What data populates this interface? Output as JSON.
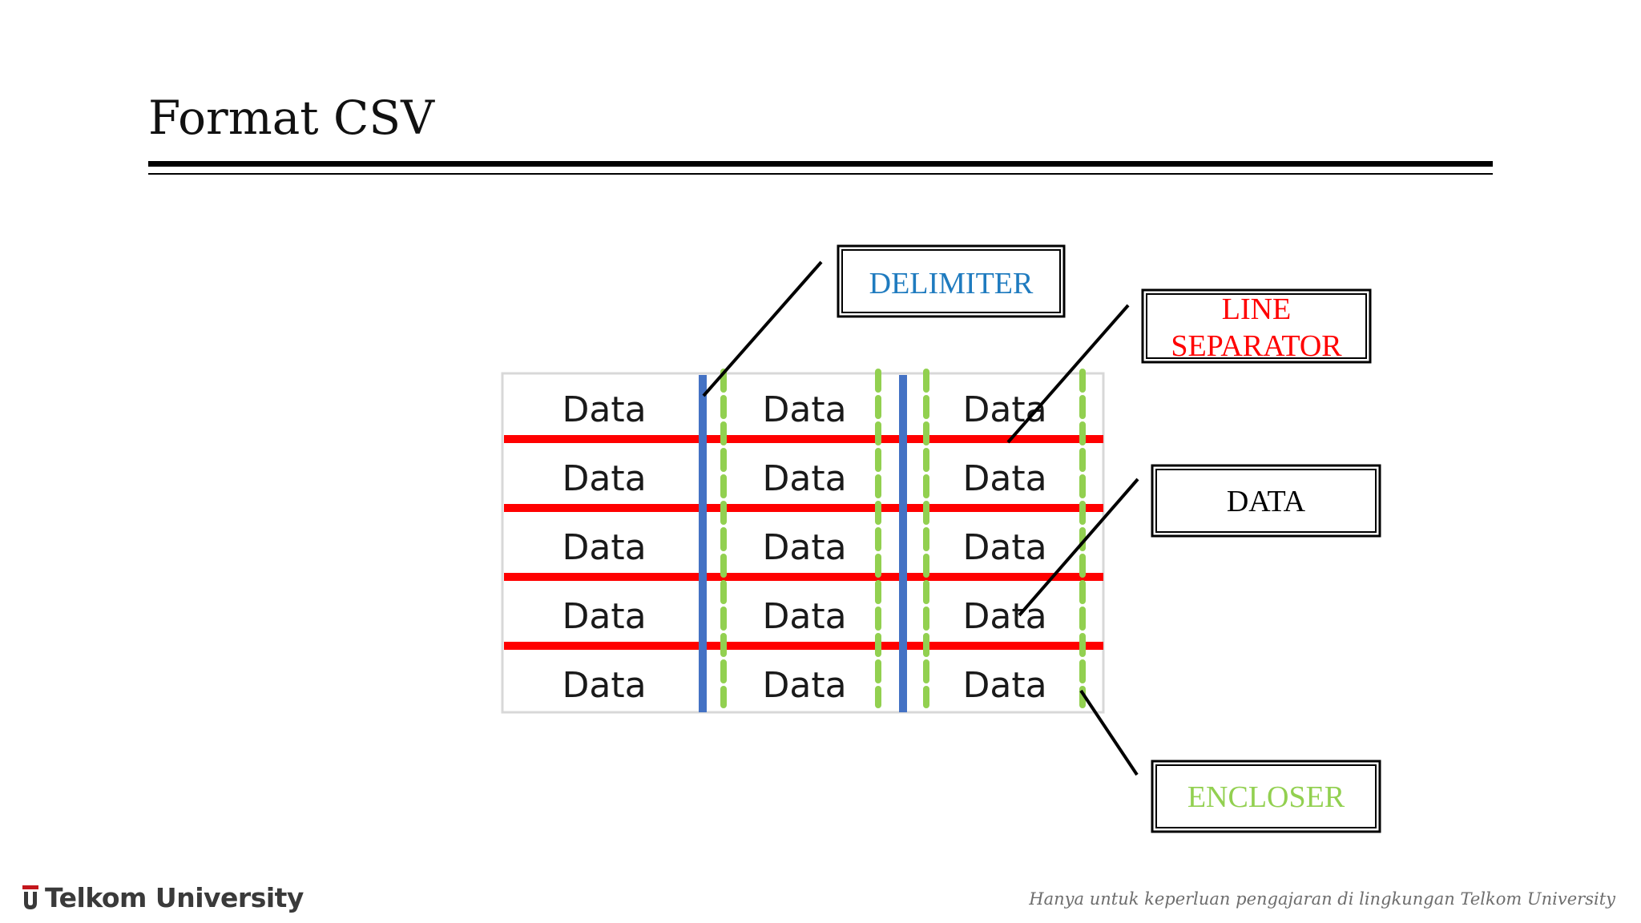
{
  "slide": {
    "title": "Format CSV",
    "footer_note": "Hanya untuk keperluan pengajaran di lingkungan Telkom University"
  },
  "brand": {
    "name": "Telkom University",
    "logo_icon": "telkom-university-logo-icon",
    "logo_color": "#c4161c"
  },
  "table": {
    "rows": [
      [
        "Data",
        "Data",
        "Data"
      ],
      [
        "Data",
        "Data",
        "Data"
      ],
      [
        "Data",
        "Data",
        "Data"
      ],
      [
        "Data",
        "Data",
        "Data"
      ],
      [
        "Data",
        "Data",
        "Data"
      ]
    ]
  },
  "colors": {
    "delimiter": "#4472c4",
    "line_separator": "#ff0000",
    "encloser": "#92d050",
    "data": "#000000",
    "delimiter_label": "#1f7bbf"
  },
  "callouts": {
    "delimiter": "DELIMITER",
    "line_separator_line1": "LINE",
    "line_separator_line2": "SEPARATOR",
    "data": "DATA",
    "encloser": "ENCLOSER"
  }
}
